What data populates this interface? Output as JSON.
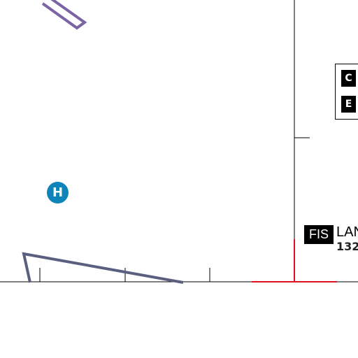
{
  "map": {
    "heliport_symbol": {
      "icon": "heliport-icon",
      "letter": "H",
      "color": "#0e84b8"
    },
    "legend": {
      "keys": [
        "C",
        "E"
      ]
    },
    "fis": {
      "tag": "FIS",
      "name": "LAN",
      "frequency": "132"
    },
    "colors": {
      "airspace_outline": "#5a5f80",
      "restricted_zone": "#7b64a3",
      "boundary_red": "#e01020",
      "lines": "#000000"
    }
  }
}
